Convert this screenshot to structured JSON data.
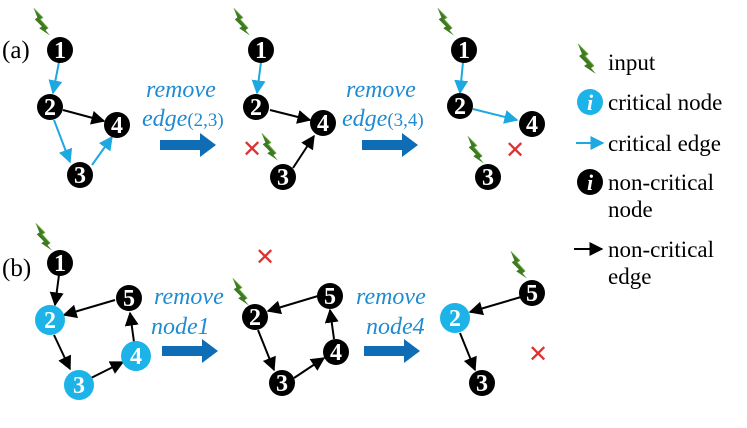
{
  "panel_a": {
    "label": "(a)",
    "op1": {
      "word": "remove",
      "obj": "edge",
      "args": "(2,3)"
    },
    "op2": {
      "word": "remove",
      "obj": "edge",
      "args": "(3,4)"
    },
    "nodes": {
      "n1": "1",
      "n2": "2",
      "n3": "3",
      "n4": "4"
    }
  },
  "panel_b": {
    "label": "(b)",
    "op1": {
      "word": "remove",
      "obj": "node",
      "args": "1"
    },
    "op2": {
      "word": "remove",
      "obj": "node",
      "args": "4"
    },
    "nodes": {
      "n1": "1",
      "n2": "2",
      "n3": "3",
      "n4": "4",
      "n5": "5"
    }
  },
  "legend": {
    "input": "input",
    "critical_node": "critical node",
    "critical_edge": "critical edge",
    "noncritical_node_1": "non-critical",
    "noncritical_node_2": "node",
    "noncritical_edge_1": "non-critical",
    "noncritical_edge_2": "edge",
    "icon_letter": "i"
  },
  "colors": {
    "critical": "#1cb3e8",
    "critical_edge": "#1ca8e0",
    "noncritical": "#000000",
    "arrow_fill": "#0f6db5",
    "input": "#3d7a22",
    "remove_x": "#e03030"
  }
}
